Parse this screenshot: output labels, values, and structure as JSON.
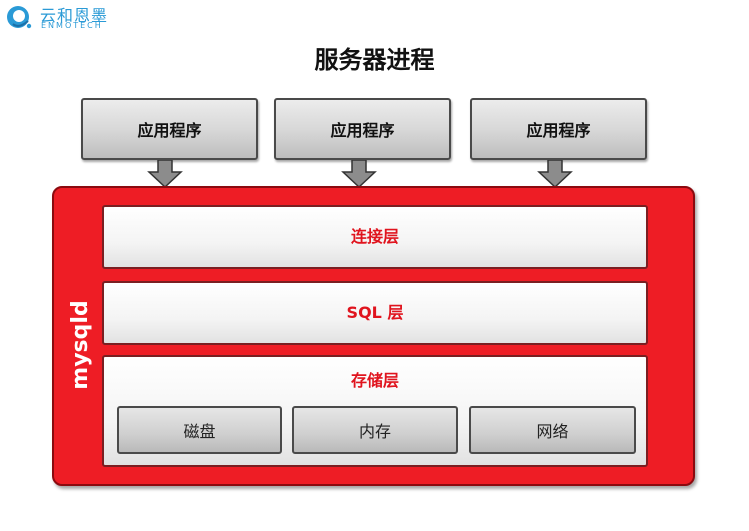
{
  "logo": {
    "name_cn": "云和恩墨",
    "name_en": "ENMOTECH",
    "color": "#2a9ad6"
  },
  "title": "服务器进程",
  "applications": [
    {
      "label": "应用程序"
    },
    {
      "label": "应用程序"
    },
    {
      "label": "应用程序"
    }
  ],
  "server": {
    "label": "mysqld",
    "color": "#ee1d25",
    "layers": {
      "connection": "连接层",
      "sql": "SQL 层",
      "storage": "存储层"
    },
    "storage_items": [
      {
        "label": "磁盘"
      },
      {
        "label": "内存"
      },
      {
        "label": "网络"
      }
    ]
  }
}
